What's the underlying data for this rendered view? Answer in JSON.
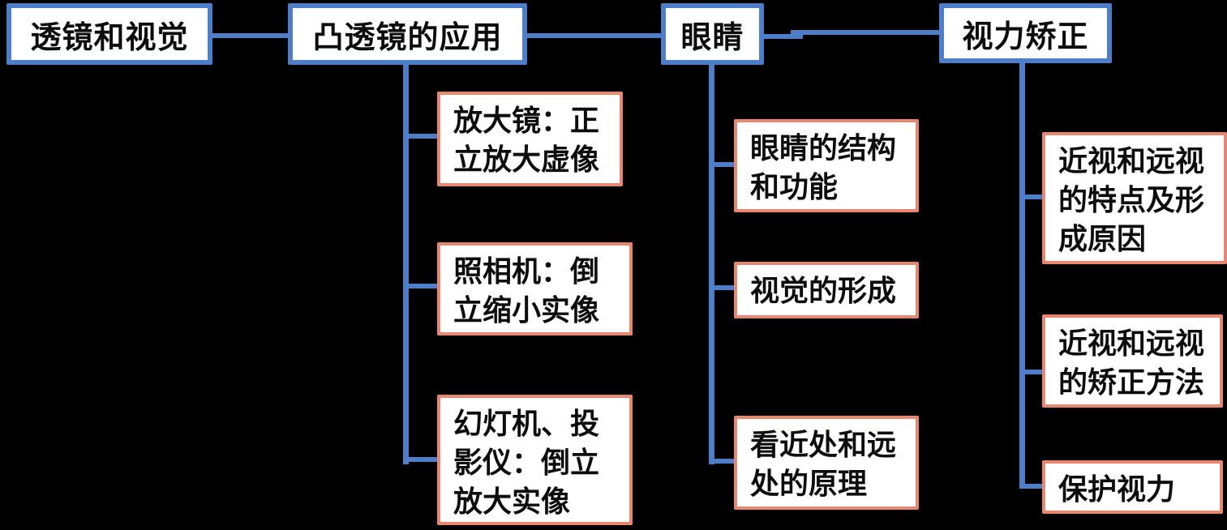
{
  "canvas": {
    "background": "#000000"
  },
  "colors": {
    "primary_box_border": "#4E7EC8",
    "child_box_border": "#E9876E",
    "box_fill": "#FFFFFF",
    "connector": "#4E7EC8",
    "text": "#0D0D0D"
  },
  "diagram": {
    "root_label": "透镜和视觉",
    "branches": [
      {
        "label": "凸透镜的应用",
        "children": [
          {
            "label": "放大镜：正立放大虚像"
          },
          {
            "label": "照相机：倒立缩小实像"
          },
          {
            "label": "幻灯机、投影仪：倒立放大实像"
          }
        ]
      },
      {
        "label": "眼睛",
        "children": [
          {
            "label": "眼睛的结构和功能"
          },
          {
            "label": "视觉的形成"
          },
          {
            "label": "看近处和远处的原理"
          }
        ]
      },
      {
        "label": "视力矫正",
        "children": [
          {
            "label": "近视和远视的特点及形成原因"
          },
          {
            "label": "近视和远视的矫正方法"
          },
          {
            "label": "保护视力"
          }
        ]
      }
    ]
  }
}
